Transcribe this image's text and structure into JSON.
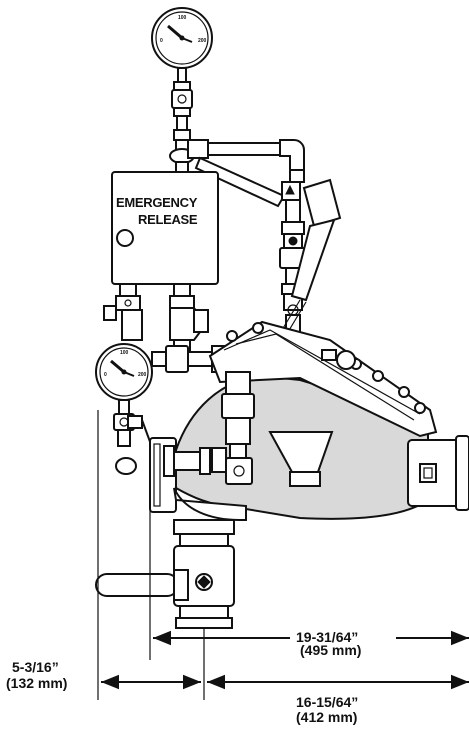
{
  "release_box": {
    "line1": "EMERGENCY",
    "line2": "RELEASE"
  },
  "dimensions": {
    "overall_width": {
      "imperial": "19-31/64”",
      "metric": "(495 mm)"
    },
    "left_offset": {
      "imperial": "5-3/16”",
      "metric": "(132 mm)"
    },
    "right_length": {
      "imperial": "16-15/64”",
      "metric": "(412 mm)"
    }
  },
  "gauge_top": {
    "left_scale": "0",
    "mid_scale": "100",
    "right_scale": "200"
  },
  "gauge_left": {
    "left_scale": "0",
    "mid_scale": "100",
    "right_scale": "200"
  }
}
